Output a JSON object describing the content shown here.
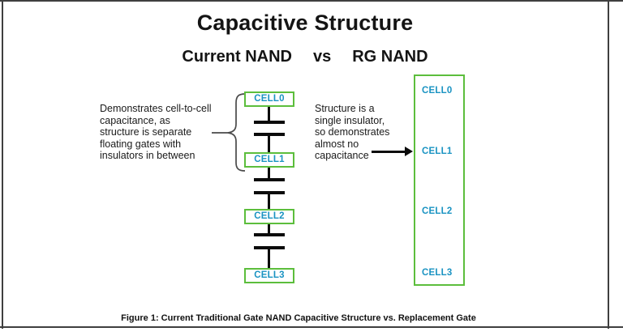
{
  "title": "Capacitive Structure",
  "subtitle": {
    "left": "Current NAND",
    "middle": "vs",
    "right": "RG NAND"
  },
  "left_note": {
    "lines": [
      "Demonstrates cell-to-cell",
      "capacitance, as",
      "structure is separate",
      "floating gates with",
      "insulators in between"
    ]
  },
  "right_note": {
    "lines": [
      "Structure is a",
      "single insulator,",
      "so demonstrates",
      "almost no",
      "capacitance"
    ]
  },
  "left_column": {
    "cells": [
      "CELL0",
      "CELL1",
      "CELL2",
      "CELL3"
    ]
  },
  "rg_box": {
    "cells": [
      "CELL0",
      "CELL1",
      "CELL2",
      "CELL3"
    ]
  },
  "caption": "Figure 1: Current Traditional Gate NAND Capacitive Structure vs. Replacement Gate",
  "colors": {
    "cell_border_green": "#5cbe3c",
    "cell_text_cyan": "#1a93c2",
    "line_black": "#0b0b0b",
    "frame_gray": "#3f3f3f"
  }
}
